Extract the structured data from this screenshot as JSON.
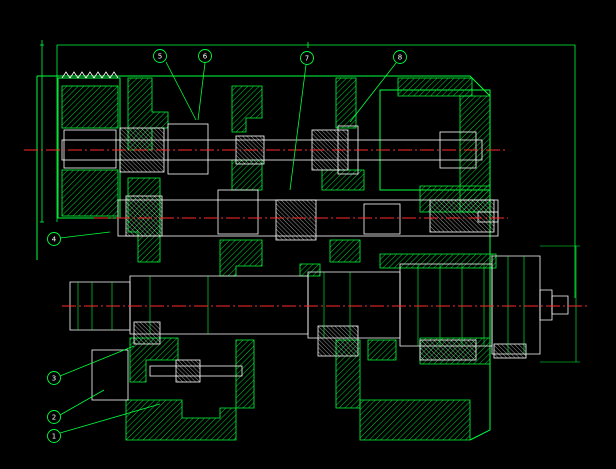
{
  "drawing": {
    "background": "#000000",
    "colors": {
      "outline": "#00ff3c",
      "hatch": "#00c832",
      "centerline": "#ff2a2a",
      "label": "#ffffff",
      "detail": "#ffffff",
      "dim": "#00ff3c"
    },
    "balloons": {
      "b1": "1",
      "b2": "2",
      "b3": "3",
      "b4": "4",
      "b5": "5",
      "b6": "6",
      "b7": "7",
      "b8": "8"
    }
  }
}
